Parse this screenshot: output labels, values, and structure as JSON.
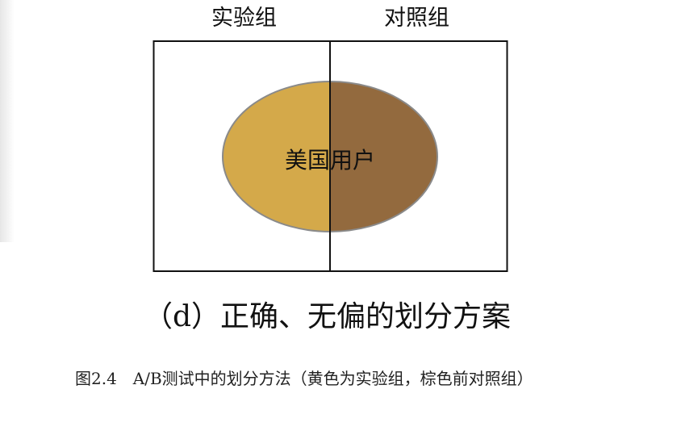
{
  "diagram": {
    "left_group_label": "实验组",
    "right_group_label": "对照组",
    "population_label": "美国用户",
    "colors": {
      "experimental": "#D4A94A",
      "control": "#936A3E",
      "border": "#111111",
      "ellipse_outline": "#8a8a8a"
    }
  },
  "subtitle": "（d）正确、无偏的划分方案",
  "caption": "图2.4　A/B测试中的划分方法（黄色为实验组，棕色前对照组）"
}
